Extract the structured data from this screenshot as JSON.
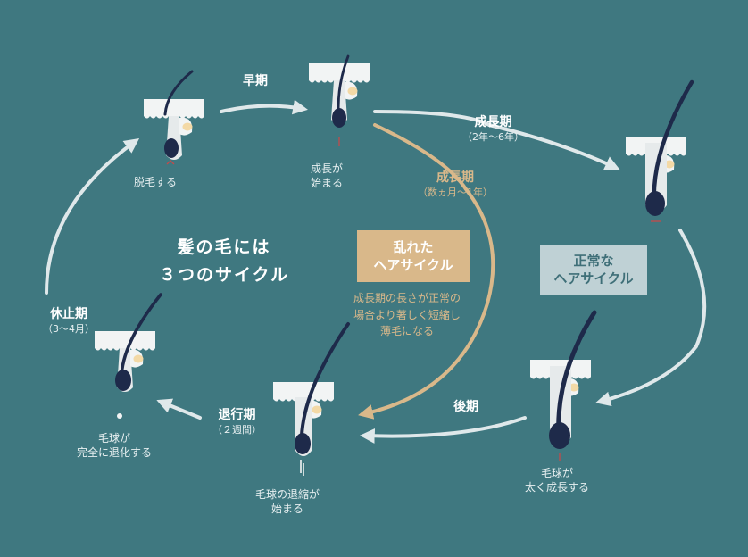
{
  "title": {
    "line1": "髪の毛には",
    "line2": "３つのサイクル"
  },
  "stages": {
    "shedding": "脱毛する",
    "growth_start": {
      "line1": "成長が",
      "line2": "始まる"
    },
    "bulb_thick": {
      "line1": "毛球が",
      "line2": "太く成長する"
    },
    "bulb_shrink": {
      "line1": "毛球の退縮が",
      "line2": "始まる"
    },
    "bulb_retreat": {
      "line1": "毛球が",
      "line2": "完全に退化する"
    }
  },
  "phases": {
    "early": {
      "label": "早期"
    },
    "growth_normal": {
      "label": "成長期",
      "sub": "（2年〜6年）"
    },
    "growth_abnormal": {
      "label": "成長期",
      "sub": "（数ヵ月〜1年）"
    },
    "late": {
      "label": "後期"
    },
    "catagen": {
      "label": "退行期",
      "sub": "（２週間）"
    },
    "telogen": {
      "label": "休止期",
      "sub": "（3〜4月）"
    }
  },
  "boxes": {
    "abnormal": {
      "line1": "乱れた",
      "line2": "ヘアサイクル"
    },
    "normal": {
      "line1": "正常な",
      "line2": "ヘアサイクル"
    }
  },
  "note": {
    "line1": "成長期の長さが正常の",
    "line2": "場合より著しく短縮し",
    "line3": "薄毛になる"
  },
  "colors": {
    "background": "#3f7880",
    "arrow_normal": "#dfe8ea",
    "arrow_abnormal": "#d9b88a",
    "box_normal": "#bfd1d5",
    "box_abnormal": "#d9b88a",
    "skin": "#f2f4f4",
    "hair": "#1e2a4a"
  }
}
